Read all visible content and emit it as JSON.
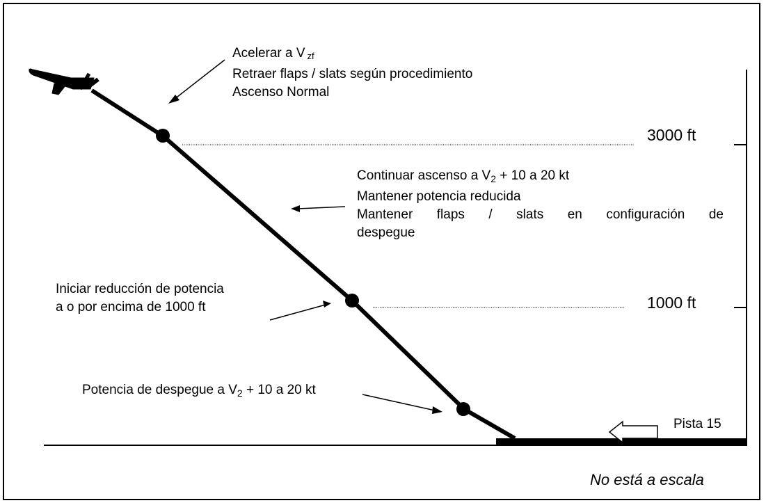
{
  "callouts": {
    "top": {
      "line1_prefix": "Acelerar a V",
      "line1_sub": "zf",
      "line2": "Retraer flaps / slats según procedimiento",
      "line3": "Ascenso Normal"
    },
    "middle": {
      "line1_prefix": "Continuar ascenso a V",
      "line1_sub": "2",
      "line1_suffix": " + 10 a 20 kt",
      "line2": "Mantener potencia reducida",
      "line3": "Mantener flaps / slats en configuración de",
      "line4": "despegue"
    },
    "lower": {
      "line1": "Iniciar reducción de potencia",
      "line2": "a o por encima de 1000 ft"
    },
    "bottom": {
      "prefix": "Potencia de despegue a V",
      "sub": "2",
      "suffix": " + 10 a 20 kt"
    }
  },
  "altitudes": {
    "high": "3000 ft",
    "low": "1000 ft"
  },
  "runway": {
    "label": "Pista 15"
  },
  "note": "No está a escala"
}
